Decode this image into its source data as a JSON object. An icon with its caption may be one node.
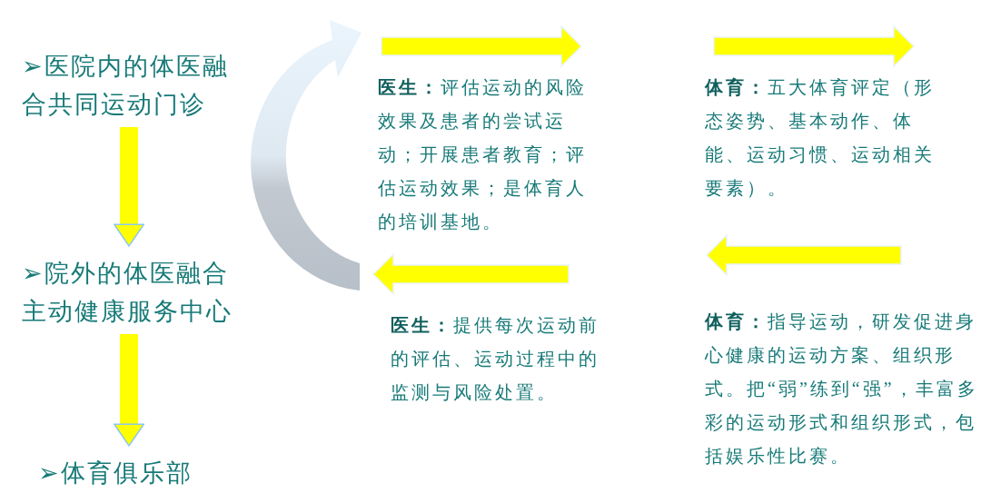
{
  "diagram": {
    "nodes": [
      {
        "text": [
          "➢医院内的体医融合共同运动门诊"
        ]
      },
      {
        "text": [
          "➢院外的体医融合主动健康服务中心"
        ]
      },
      {
        "text": [
          "➢体育俱乐部"
        ]
      },
      {
        "text": [
          "**医生：**评估运动的风险效果及患者的尝试运动；开展患者教育；评估运动效果；是体育人的培训基地。"
        ]
      },
      {
        "text": [
          "**体育：**五大体育评定（形态姿势、基本动作、体能、运动习惯、运动相关要素）。"
        ]
      },
      {
        "text": [
          "**体育：**指导运动，研发促进身心健康的运动方案、组织形式。把“弱”练到“强”，丰富多彩的运动形式和组织形式，包括娱乐性比赛。"
        ]
      },
      {
        "text": [
          "**医生：**提供每次运动前的评估、运动过程中的监测与风险处置。"
        ]
      }
    ],
    "edges": [
      {
        "from": 0,
        "to": 1,
        "arrow": "to"
      },
      {
        "from": 1,
        "to": 2,
        "arrow": "to"
      },
      {
        "from": 5,
        "to": 4,
        "arrow": "to"
      },
      {
        "from": 6,
        "to": 3,
        "arrow": "to"
      }
    ]
  }
}
